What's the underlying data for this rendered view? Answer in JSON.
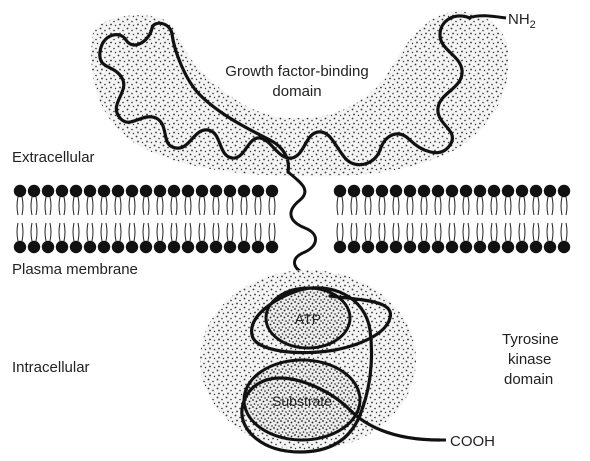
{
  "labels": {
    "nh2_main": "NH",
    "nh2_sub": "2",
    "growth_line1": "Growth factor-binding",
    "growth_line2": "domain",
    "extracellular": "Extracellular",
    "plasma_membrane": "Plasma membrane",
    "intracellular": "Intracellular",
    "atp": "ATP",
    "substrate": "Substrate",
    "tyrosine_line1": "Tyrosine",
    "tyrosine_line2": "kinase",
    "tyrosine_line3": "domain",
    "cooh": "COOH"
  }
}
